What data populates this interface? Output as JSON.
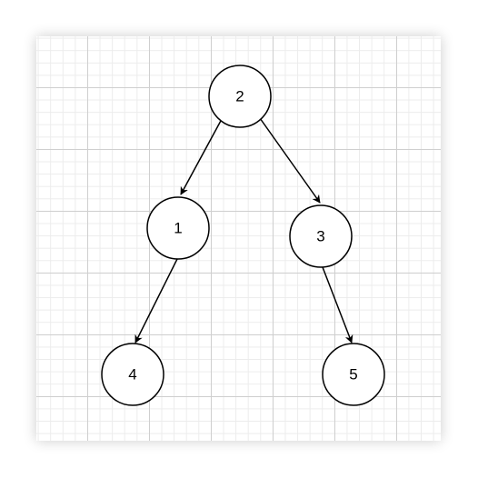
{
  "diagram": {
    "nodes": [
      {
        "id": "n2",
        "label": "2"
      },
      {
        "id": "n1",
        "label": "1"
      },
      {
        "id": "n3",
        "label": "3"
      },
      {
        "id": "n4",
        "label": "4"
      },
      {
        "id": "n5",
        "label": "5"
      }
    ],
    "edges": [
      {
        "from": "n2",
        "to": "n1"
      },
      {
        "from": "n2",
        "to": "n3"
      },
      {
        "from": "n1",
        "to": "n4"
      },
      {
        "from": "n3",
        "to": "n5"
      }
    ]
  }
}
